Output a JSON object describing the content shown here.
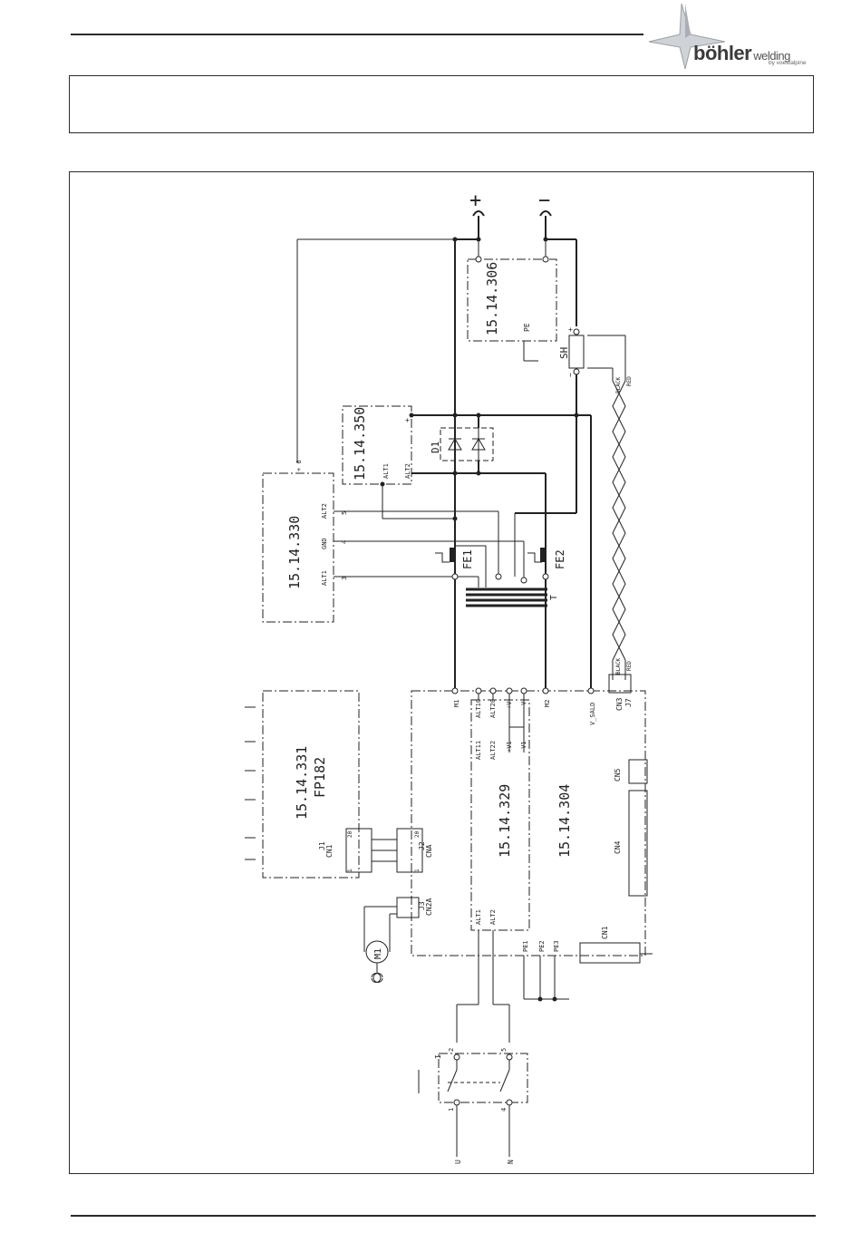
{
  "brand": {
    "name": "böhler",
    "name2": "welding",
    "sub": "by voestalpine"
  },
  "labels": {
    "plus": "+",
    "minus": "−",
    "b306": "15.14.306",
    "pe306": "PE",
    "sh": "SH",
    "sh_plus": "+",
    "sh_minus": "−",
    "black": "BLACK",
    "red": "RED",
    "b350": "15.14.350",
    "b350_alt1": "ALT1",
    "b350_alt2": "ALT2",
    "b350_plus": "+",
    "d1": "D1",
    "b330": "15.14.330",
    "b330_alt1": "ALT1",
    "b330_gnd": "GND",
    "b330_alt2": "ALT2",
    "b330_p6": "+ 6",
    "b330_p5": "5",
    "b330_p4": "4",
    "b330_p3": "3",
    "fe1": "FE1",
    "fe2": "FE2",
    "t": "T",
    "b331": "15.14.331",
    "fp182": "FP182",
    "cn1_j1": "CN1",
    "j1": "J1",
    "cna": "CNA",
    "j2": "J2",
    "cn2a": "CN2A",
    "j3": "J3",
    "n20a": "20",
    "n1a": "1",
    "n20b": "20",
    "n1b": "1",
    "m_motor": "M1",
    "p_m1": "M1",
    "p_alt10": "ALT10",
    "p_alt20": "ALT20",
    "p_pv": "+V",
    "p_mv": "−V",
    "p_m2": "M2",
    "p_vsald": "V_SALD",
    "cn3": "CN3",
    "j7": "J7",
    "b329": "15.14.329",
    "p_alt11": "ALT11",
    "p_alt22": "ALT22",
    "p_pv1": "+V1",
    "p_mv1": "−V1",
    "p_alt1": "ALT1",
    "p_alt2": "ALT2",
    "b304": "15.14.304",
    "cn5": "CN5",
    "cn4": "CN4",
    "cn1": "CN1",
    "pe1": "PE1",
    "pe2": "PE2",
    "pe3": "PE3",
    "sw_i": "I",
    "sw_1": "1",
    "sw_2": "2",
    "sw_4": "4",
    "sw_5": "5",
    "u": "U",
    "n": "N"
  }
}
